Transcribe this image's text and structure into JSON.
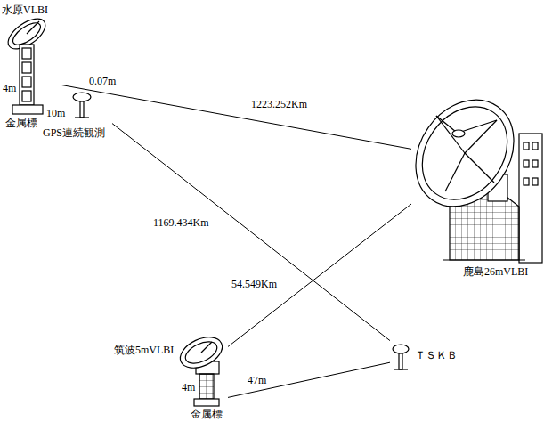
{
  "diagram": {
    "nodes": [
      {
        "text": [
          "水原VLBI"
        ]
      },
      {
        "text": [
          "GPS連続観測"
        ]
      },
      {
        "text": [
          "鹿島26mVLBI"
        ]
      },
      {
        "text": [
          "筑波5mVLBI"
        ]
      },
      {
        "text": [
          "ＴＳＫＢ"
        ]
      }
    ],
    "edges": [
      {
        "from": 0,
        "to": 2,
        "label": "1223.252Km",
        "arrow": "none"
      },
      {
        "from": 1,
        "to": 4,
        "label": "1169.434Km",
        "arrow": "none"
      },
      {
        "from": 3,
        "to": 2,
        "label": "54.549Km",
        "arrow": "none"
      },
      {
        "from": 3,
        "to": 4,
        "label": "47m",
        "arrow": "none"
      }
    ],
    "labels": [
      "4m",
      "金属標",
      "10m",
      "0.07m",
      "4m",
      "金属標"
    ]
  }
}
